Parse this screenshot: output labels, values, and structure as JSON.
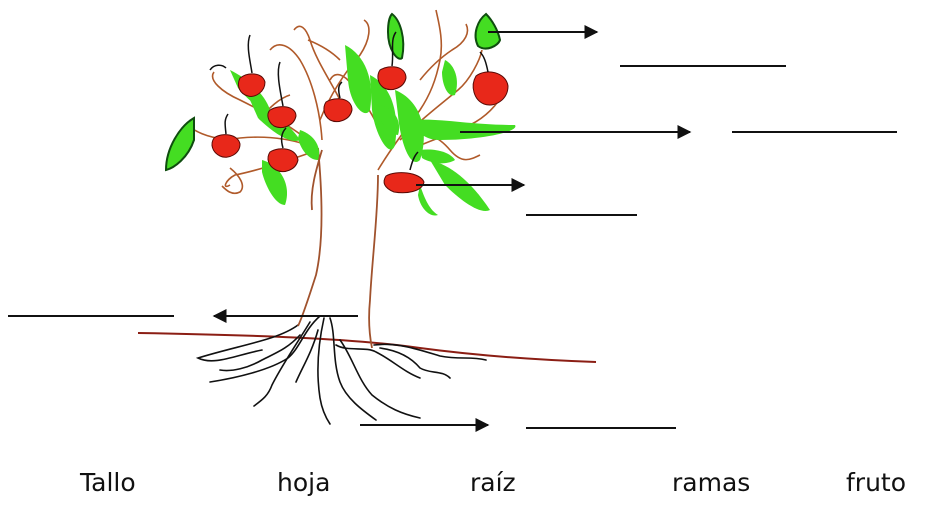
{
  "worksheet": {
    "word_bank": [
      "Tallo",
      "hoja",
      "raíz",
      "ramas",
      "fruto"
    ]
  },
  "colors": {
    "trunk": "#a0522d",
    "branches": "#b05a2a",
    "leaves": "#44dd22",
    "leaf_outline": "#0f4d0f",
    "fruit": "#e8281a",
    "roots": "#111111",
    "ground": "#8b1e14",
    "lines": "#111111"
  },
  "icons": {
    "arrow": "right-arrow-icon"
  }
}
